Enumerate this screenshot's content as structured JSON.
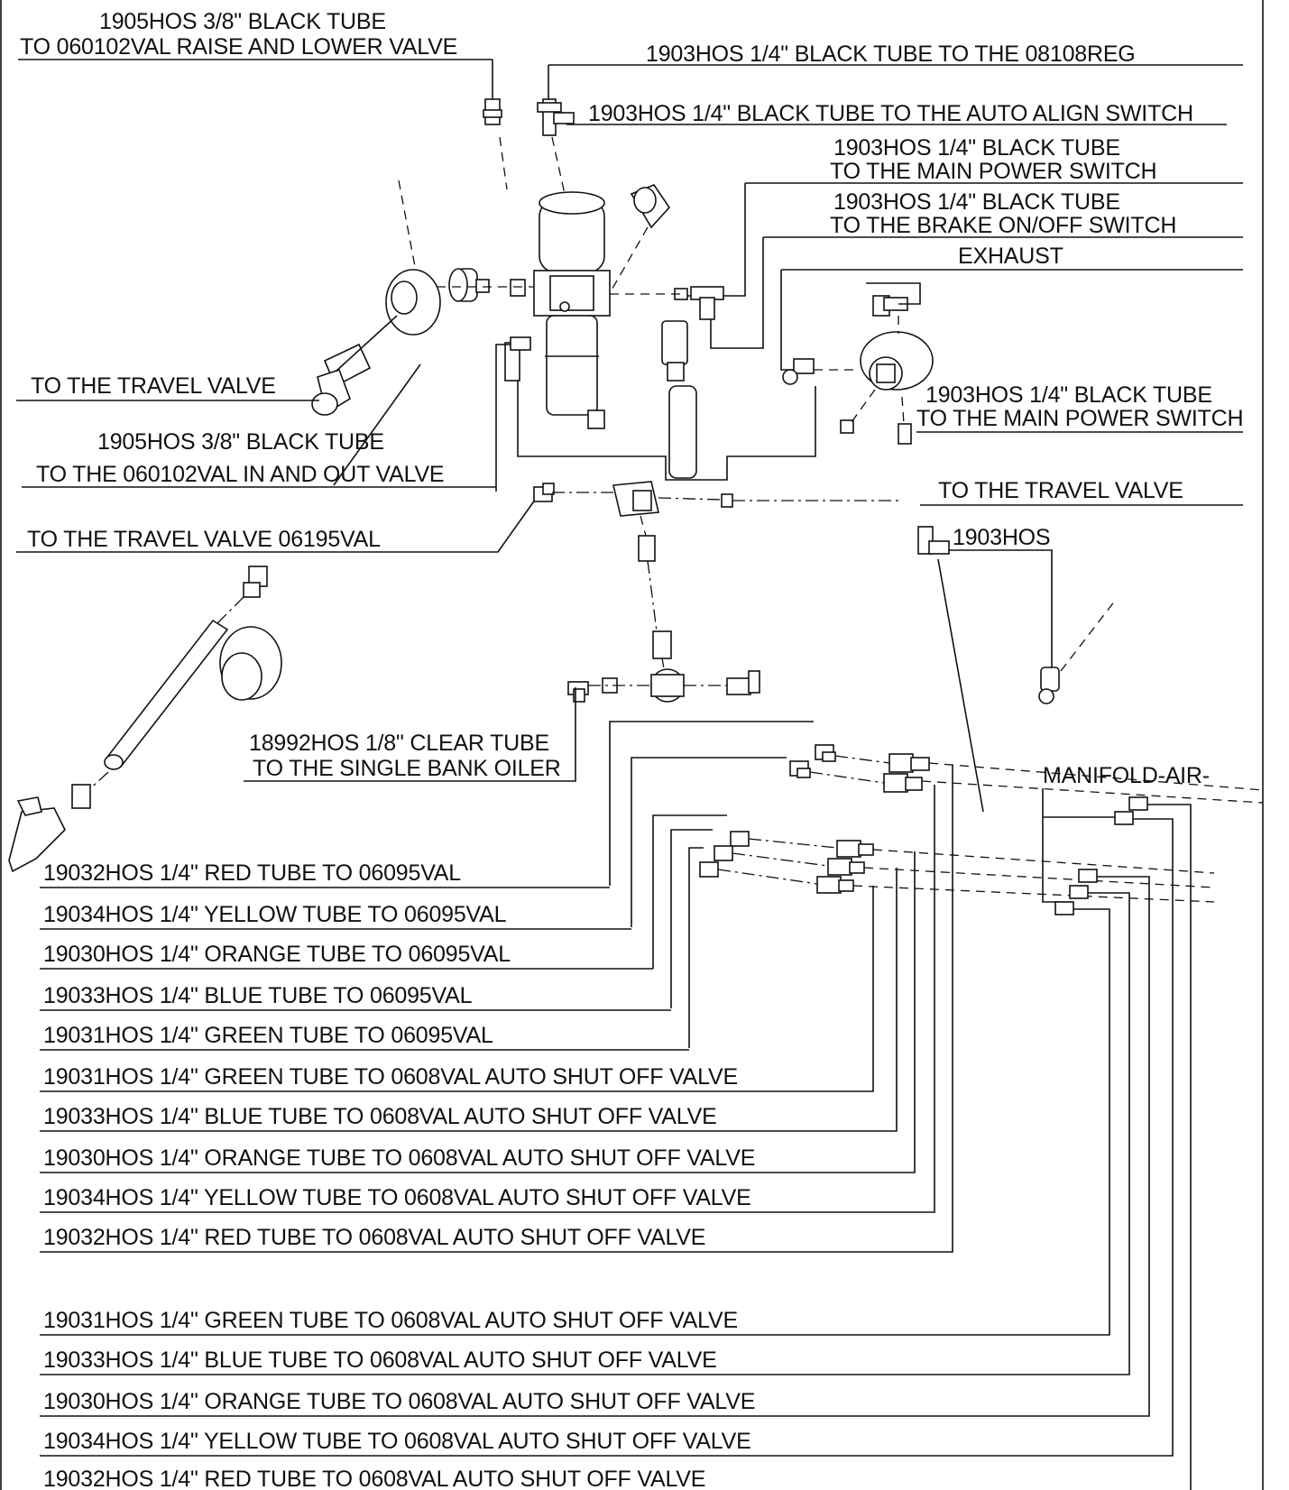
{
  "labels": {
    "raise_lower_1": "1905HOS 3/8\" BLACK TUBE",
    "raise_lower_2": "TO 060102VAL RAISE AND LOWER VALVE",
    "reg": "1903HOS 1/4\" BLACK TUBE TO THE 08108REG",
    "auto_align": "1903HOS 1/4\" BLACK TUBE TO THE AUTO ALIGN SWITCH",
    "main_power_a1": "1903HOS 1/4\" BLACK TUBE",
    "main_power_a2": "TO THE MAIN POWER SWITCH",
    "brake_1": "1903HOS 1/4\" BLACK TUBE",
    "brake_2": "TO THE BRAKE ON/OFF SWITCH",
    "exhaust": "EXHAUST",
    "travel_valve_a": "TO THE TRAVEL VALVE",
    "main_power_b1": "1903HOS 1/4\" BLACK TUBE",
    "main_power_b2": "TO THE MAIN POWER SWITCH",
    "in_out_1": "1905HOS 3/8\" BLACK TUBE",
    "in_out_2": "TO THE 060102VAL IN AND OUT VALVE",
    "travel_valve_b": "TO THE TRAVEL VALVE",
    "travel_valve_06195": "TO THE TRAVEL VALVE 06195VAL",
    "hos_1903": "1903HOS",
    "clear_1": "18992HOS 1/8\" CLEAR TUBE",
    "clear_2": "TO THE SINGLE BANK OILER",
    "manifold": "MANIFOLD-AIR-"
  },
  "tube_list_a": [
    "19032HOS 1/4\" RED TUBE TO 06095VAL",
    "19034HOS 1/4\" YELLOW TUBE TO 06095VAL",
    "19030HOS 1/4\" ORANGE TUBE TO 06095VAL",
    "19033HOS 1/4\" BLUE TUBE TO 06095VAL",
    "19031HOS 1/4\" GREEN TUBE TO 06095VAL"
  ],
  "tube_list_b": [
    "19031HOS 1/4\" GREEN TUBE TO 0608VAL AUTO SHUT OFF VALVE",
    "19033HOS 1/4\" BLUE TUBE TO 0608VAL AUTO SHUT OFF VALVE",
    "19030HOS 1/4\" ORANGE TUBE TO 0608VAL AUTO SHUT OFF VALVE",
    "19034HOS 1/4\" YELLOW TUBE TO 0608VAL AUTO SHUT OFF VALVE",
    "19032HOS 1/4\" RED TUBE TO 0608VAL AUTO SHUT OFF VALVE"
  ],
  "tube_list_c": [
    "19031HOS 1/4\" GREEN TUBE TO 0608VAL AUTO SHUT OFF VALVE",
    "19033HOS 1/4\" BLUE TUBE TO 0608VAL AUTO SHUT OFF VALVE",
    "19030HOS 1/4\" ORANGE TUBE TO 0608VAL AUTO SHUT OFF VALVE",
    "19034HOS 1/4\" YELLOW TUBE TO 0608VAL AUTO SHUT OFF VALVE",
    "19032HOS 1/4\" RED TUBE TO 0608VAL AUTO SHUT OFF VALVE"
  ]
}
